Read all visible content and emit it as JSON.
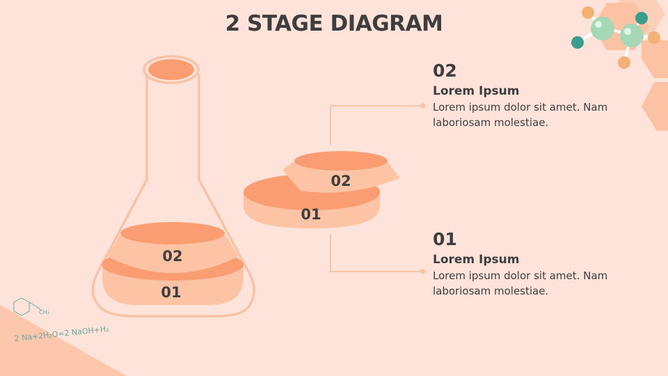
{
  "slide": {
    "title": "2 STAGE DIAGRAM"
  },
  "flask": {
    "layer_labels": [
      "02",
      "01"
    ]
  },
  "exploded_stack": {
    "layer_labels": [
      "02",
      "01"
    ]
  },
  "stages": [
    {
      "number": "02",
      "heading": "Lorem Ipsum",
      "body": "Lorem ipsum dolor sit amet. Nam laboriosam molestiae."
    },
    {
      "number": "01",
      "heading": "Lorem Ipsum",
      "body": "Lorem ipsum dolor sit amet. Nam laboriosam molestiae."
    }
  ],
  "decor": {
    "formula": "2 Na+2H₂O=2 NaOH+H₂",
    "methyl": "CH₃"
  },
  "colors": {
    "background": "#fde3da",
    "accent_dark": "#fb9d72",
    "accent_light": "#fcc4a4",
    "outline": "#f7c3a4",
    "text": "#3e3e3e",
    "molecule_green": "#a6d8b5",
    "molecule_teal": "#3a9e8c",
    "molecule_orange": "#f2b276"
  }
}
